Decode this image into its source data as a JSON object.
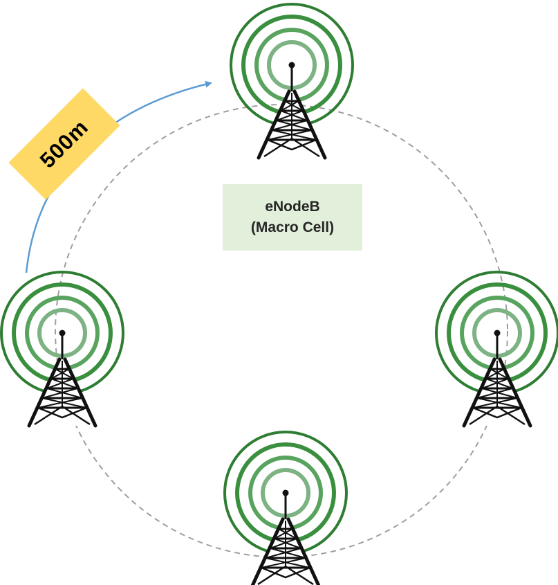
{
  "cell": {
    "name": "eNodeB",
    "type": "(Macro Cell)"
  },
  "distance": {
    "label": "500m"
  },
  "icons": {
    "tower": "radio-tower-icon",
    "signal": "signal-rings-icon"
  },
  "colors": {
    "ring_outer": "#2e7d32",
    "ring_mid": "#43a047",
    "ring_inner": "#81b38a",
    "circle_dash": "#9e9e9e",
    "arrow": "#5b9bd5",
    "label_cell_bg": "#e2efda",
    "label_distance_bg": "#ffd966"
  }
}
